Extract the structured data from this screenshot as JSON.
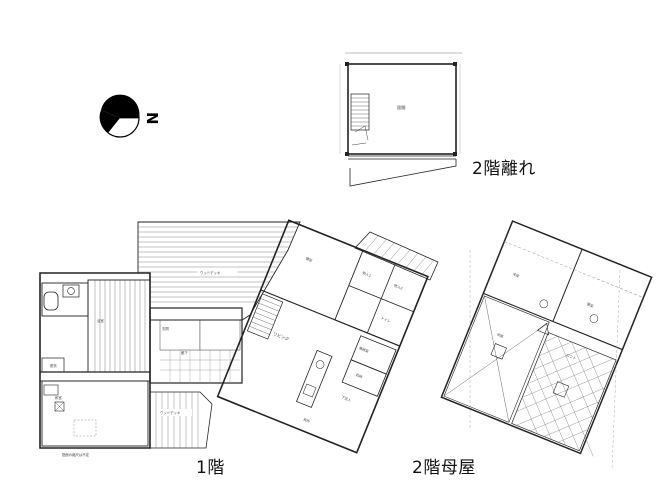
{
  "labels": {
    "annex_floor2": "2階離れ",
    "floor1": "1階",
    "main_floor2": "2階母屋"
  },
  "compass": {
    "north_letter": "N"
  },
  "rooms": {
    "annex_room": "居間",
    "wood_deck": "ウッドデッキ",
    "wood_deck_small": "ウッドデッキ",
    "japanese_room": "和室",
    "bath": "浴室",
    "dressing": "脱衣",
    "toilet": "トイレ",
    "storage_1": "物入1",
    "storage_2": "物入2",
    "entrance": "玄関",
    "hall": "廊下",
    "living": "リビング",
    "kitchen": "台所",
    "machine_room": "機械室",
    "storage_room": "収納",
    "shoe_closet": "下足入",
    "bedroom_1": "寝室",
    "bedroom_2": "洋室",
    "void": "吹抜",
    "loft": "ロフト"
  },
  "note": "図面の縮尺は不定"
}
